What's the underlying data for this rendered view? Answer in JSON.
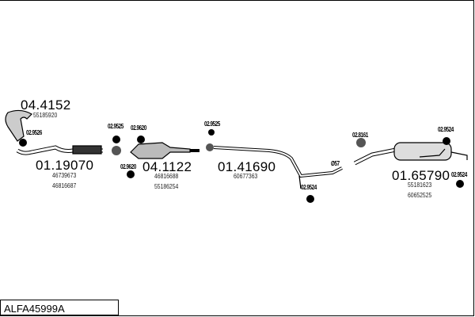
{
  "reference": "ALFA45999A",
  "parts": [
    {
      "number": "04.4152",
      "oem": [
        "55185920"
      ]
    },
    {
      "number": "01.19070",
      "oem": [
        "46739673",
        "46816687"
      ]
    },
    {
      "number": "04.1122",
      "oem": [
        "46816688",
        "55186254"
      ]
    },
    {
      "number": "01.41690",
      "oem": [
        "60677363"
      ]
    },
    {
      "number": "01.65790",
      "oem": [
        "55181623",
        "60652525"
      ]
    }
  ],
  "clamps": [
    "02.9526",
    "02.9525",
    "02.9620",
    "02.9620",
    "02.9525",
    "02.9524",
    "02.8161",
    "02.9524",
    "02.9524"
  ],
  "pipe_diameter": "Ø57"
}
